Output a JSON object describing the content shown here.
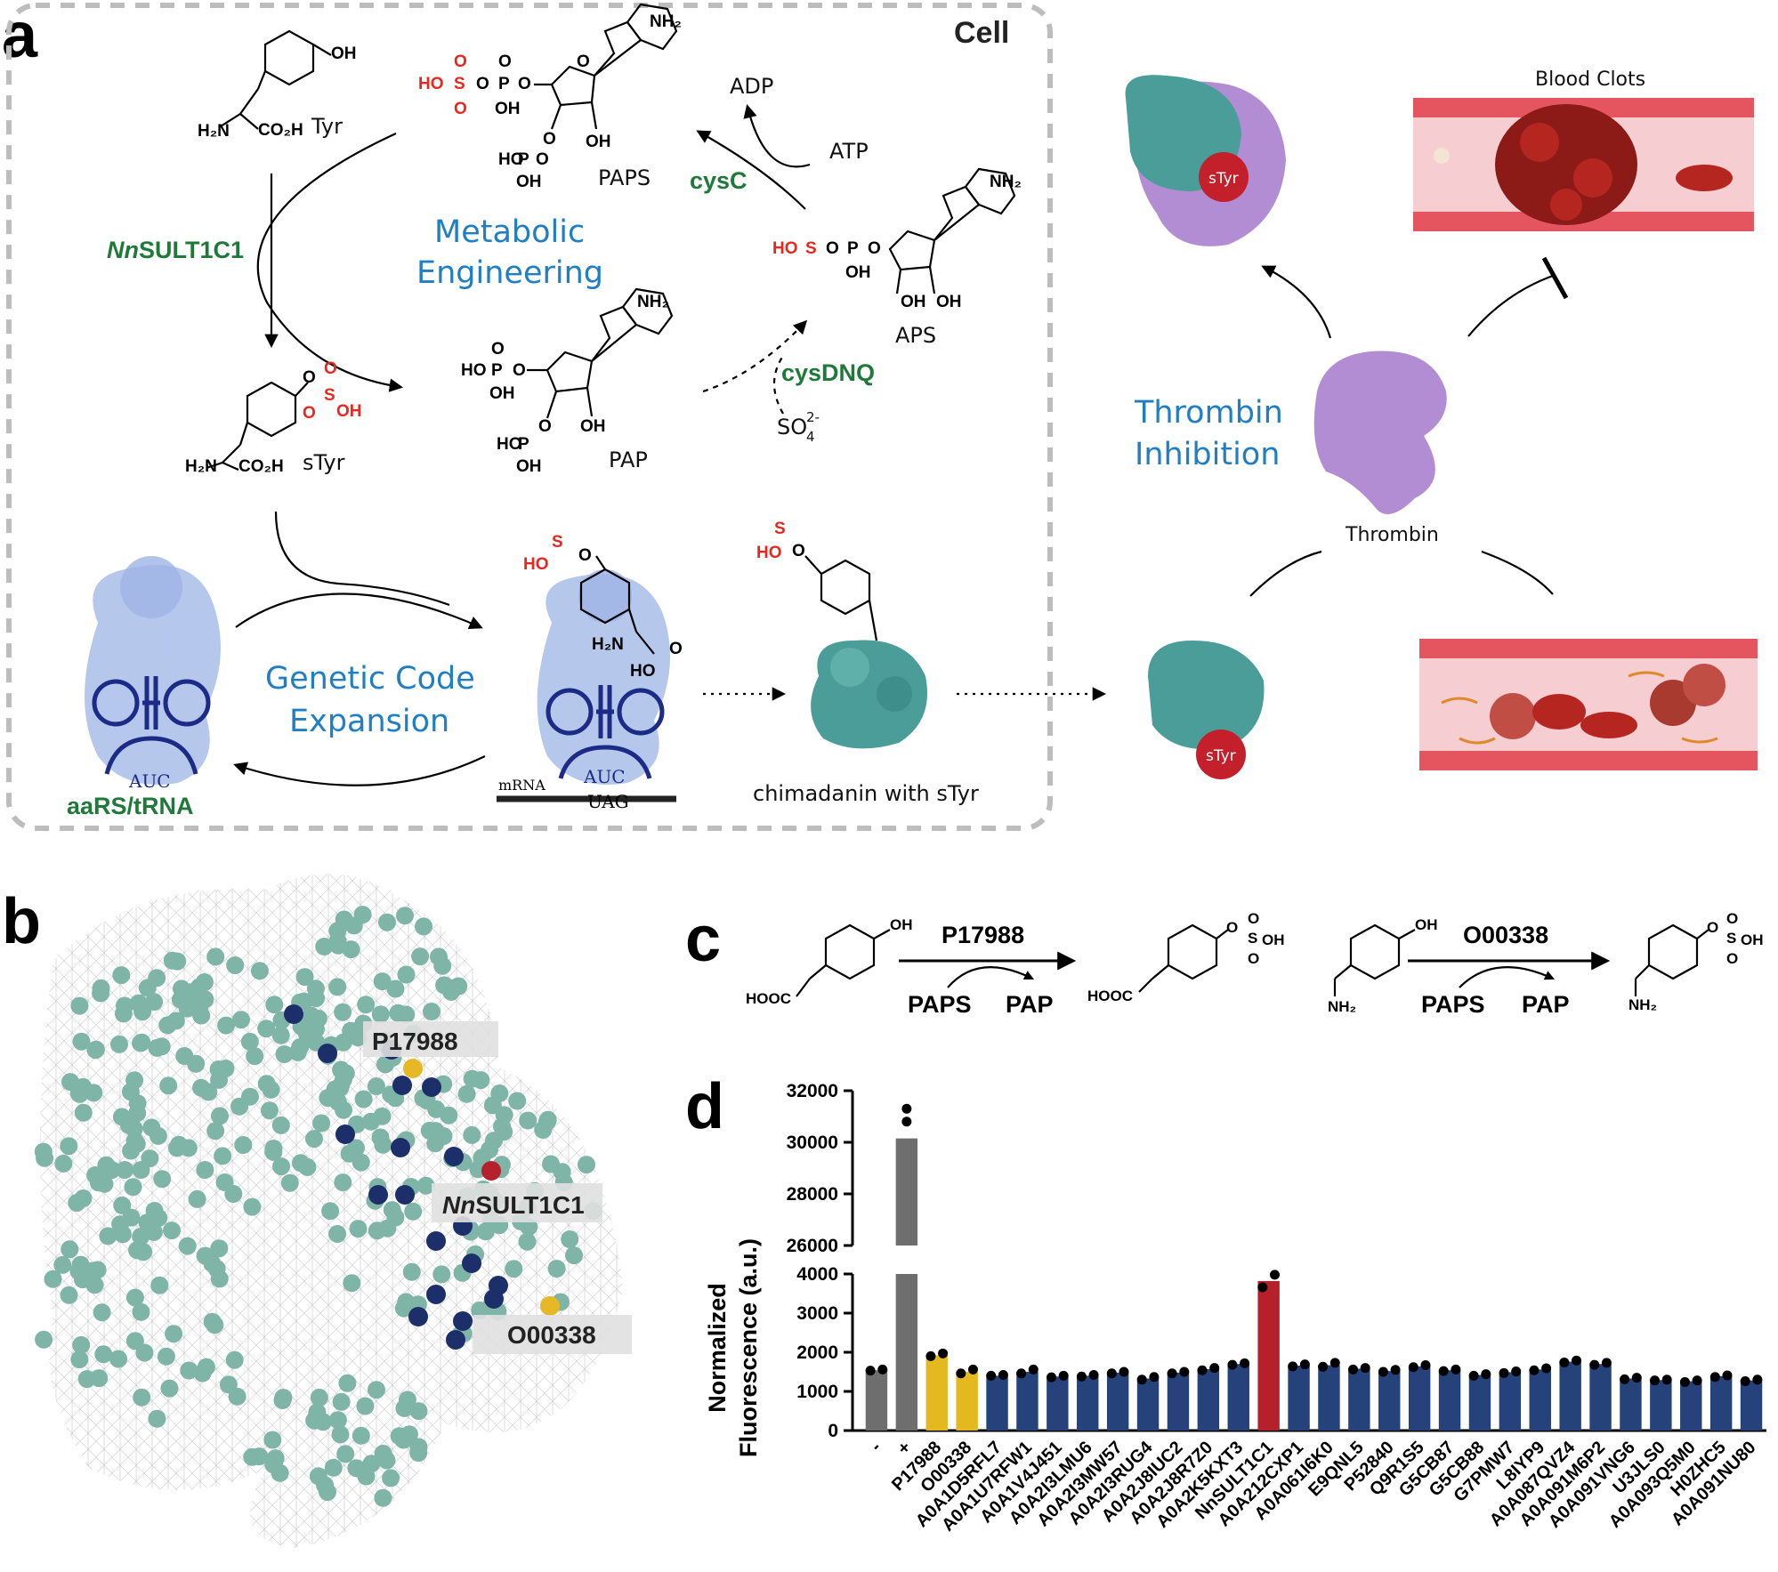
{
  "panels": {
    "a": "a",
    "b": "b",
    "c": "c",
    "d": "d"
  },
  "panel_a": {
    "cell_label": "Cell",
    "tyr": "Tyr",
    "styr": "sTyr",
    "paps": "PAPS",
    "pap": "PAP",
    "aps": "APS",
    "adp": "ADP",
    "atp": "ATP",
    "so4": "SO",
    "so4_sub": "4",
    "so4_sup": "2-",
    "enzyme_sult": "SULT1C1",
    "enzyme_sult_italic": "Nn",
    "enzyme_cysc": "cysC",
    "enzyme_cysdnq": "cysDNQ",
    "metabolic_line1": "Metabolic",
    "metabolic_line2": "Engineering",
    "gce_line1": "Genetic Code",
    "gce_line2": "Expansion",
    "aars": "aaRS/tRNA",
    "anticodon": "AUC",
    "codon": "UAG",
    "mrna": "mRNA",
    "chimadanin": "chimadanin with sTyr",
    "chem": {
      "h2n": "H₂N",
      "nh2": "NH₂",
      "co2h": "CO₂H",
      "oh": "OH",
      "ho": "HO",
      "o": "O",
      "s": "S",
      "p": "P",
      "n": "N"
    },
    "thrombin_line1": "Thrombin",
    "thrombin_line2": "Inhibition",
    "thrombin": "Thrombin",
    "blood_clots": "Blood Clots",
    "styr_badge": "sTyr"
  },
  "panel_b": {
    "labels": [
      {
        "italic": "",
        "text": "P17988"
      },
      {
        "italic": "Nn",
        "text": "SULT1C1"
      },
      {
        "italic": "",
        "text": "O00338"
      }
    ],
    "colors": {
      "node": "#7fb5a7",
      "edge": "#b9b9b9",
      "highlight": "#1d2f6b",
      "query": "#b5222e",
      "tested": "#e7b825"
    }
  },
  "panel_c": {
    "reaction1": {
      "enzyme": "P17988",
      "cofactor_in": "PAPS",
      "cofactor_out": "PAP",
      "substrate_group": "HOOC",
      "oh": "OH"
    },
    "reaction2": {
      "enzyme": "O00338",
      "cofactor_in": "PAPS",
      "cofactor_out": "PAP",
      "substrate_group": "NH₂",
      "oh": "OH"
    },
    "product_oh": "OH"
  },
  "chart_data": {
    "type": "bar",
    "ylabel_line1": "Normalized",
    "ylabel_line2": "Fluorescence (a.u.)",
    "y_break": {
      "lower": [
        0,
        4000
      ],
      "upper": [
        26000,
        32000
      ]
    },
    "yticks_lower": [
      "0",
      "1000",
      "2000",
      "3000",
      "4000"
    ],
    "yticks_upper": [
      "26000",
      "28000",
      "30000",
      "32000"
    ],
    "categories": [
      "-",
      "+",
      "P17988",
      "O00338",
      "A0A1D5RFL7",
      "A0A1U7RFW1",
      "A0A1V4J451",
      "A0A2I3LMU6",
      "A0A2I3MW57",
      "A0A2I3RUG4",
      "A0A2J8IUC2",
      "A0A2J8R7Z0",
      "A0A2K5KXT3",
      "NnSULT1C1",
      "A0A212CXP1",
      "A0A061I6K0",
      "E9QNL5",
      "P52840",
      "Q9R1S5",
      "G5CB87",
      "G5CB88",
      "G7PMW7",
      "L8IYP9",
      "A0A087QVZ4",
      "A0A091M6P2",
      "A0A091VNG6",
      "U3JLS0",
      "A0A093Q5M0",
      "H0ZHC5",
      "A0A091NU80"
    ],
    "values": [
      1540,
      30150,
      1920,
      1500,
      1400,
      1500,
      1380,
      1400,
      1480,
      1330,
      1480,
      1570,
      1700,
      3820,
      1660,
      1670,
      1580,
      1520,
      1640,
      1540,
      1420,
      1490,
      1560,
      1760,
      1700,
      1330,
      1290,
      1260,
      1390,
      1280
    ],
    "points": [
      [
        1530,
        1560
      ],
      [
        30800,
        31300
      ],
      [
        1900,
        1970
      ],
      [
        1460,
        1560
      ],
      [
        1400,
        1420
      ],
      [
        1460,
        1560
      ],
      [
        1360,
        1400
      ],
      [
        1380,
        1420
      ],
      [
        1460,
        1500
      ],
      [
        1300,
        1370
      ],
      [
        1460,
        1500
      ],
      [
        1540,
        1600
      ],
      [
        1680,
        1720
      ],
      [
        3660,
        3980
      ],
      [
        1640,
        1690
      ],
      [
        1630,
        1730
      ],
      [
        1560,
        1600
      ],
      [
        1500,
        1550
      ],
      [
        1620,
        1670
      ],
      [
        1520,
        1560
      ],
      [
        1400,
        1440
      ],
      [
        1470,
        1510
      ],
      [
        1540,
        1590
      ],
      [
        1740,
        1790
      ],
      [
        1680,
        1730
      ],
      [
        1310,
        1350
      ],
      [
        1280,
        1300
      ],
      [
        1240,
        1280
      ],
      [
        1370,
        1410
      ],
      [
        1260,
        1300
      ]
    ],
    "bar_colors": {
      "control": "#6e6e6e",
      "tested": "#e4b920",
      "candidate": "#25427a",
      "query": "#b5202a"
    }
  }
}
